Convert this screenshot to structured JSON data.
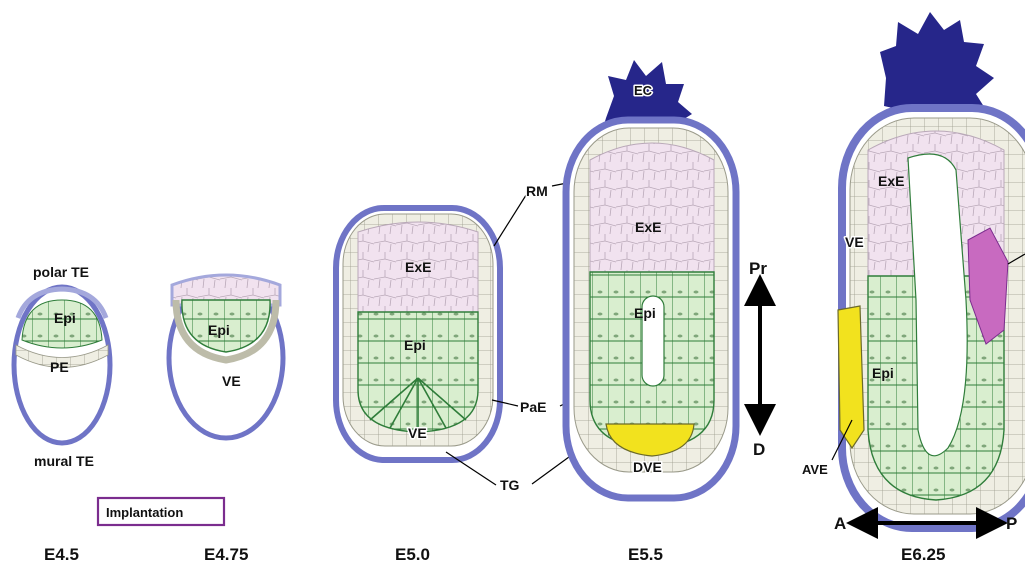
{
  "colors": {
    "trophectoderm": "#6f74c6",
    "trophectoderm_cells": "#a4a8dc",
    "extraembryonic_ectoderm": "#f1e2ef",
    "epiblast": "#d9eecf",
    "epiblast_lines": "#2f7d3a",
    "visceral_endoderm": "#efeee3",
    "dve_ave": "#f2e21e",
    "ectoplacental_cone": "#26268a",
    "magenta_cells": "#c86ac0",
    "implantation_border": "#7b2d8e"
  },
  "labels": {
    "polar_te": "polar TE",
    "mural_te": "mural TE",
    "epi": "Epi",
    "pe": "PE",
    "ve": "VE",
    "exe": "ExE",
    "ec": "EC",
    "rm": "RM",
    "pae": "PaE",
    "tg": "TG",
    "dve": "DVE",
    "ave": "AVE",
    "axis_pr": "Pr",
    "axis_d": "D",
    "axis_a": "A",
    "axis_p": "P",
    "implantation": "Implantation"
  },
  "stages": [
    "E4.5",
    "E4.75",
    "E5.0",
    "E5.5",
    "E6.25"
  ]
}
